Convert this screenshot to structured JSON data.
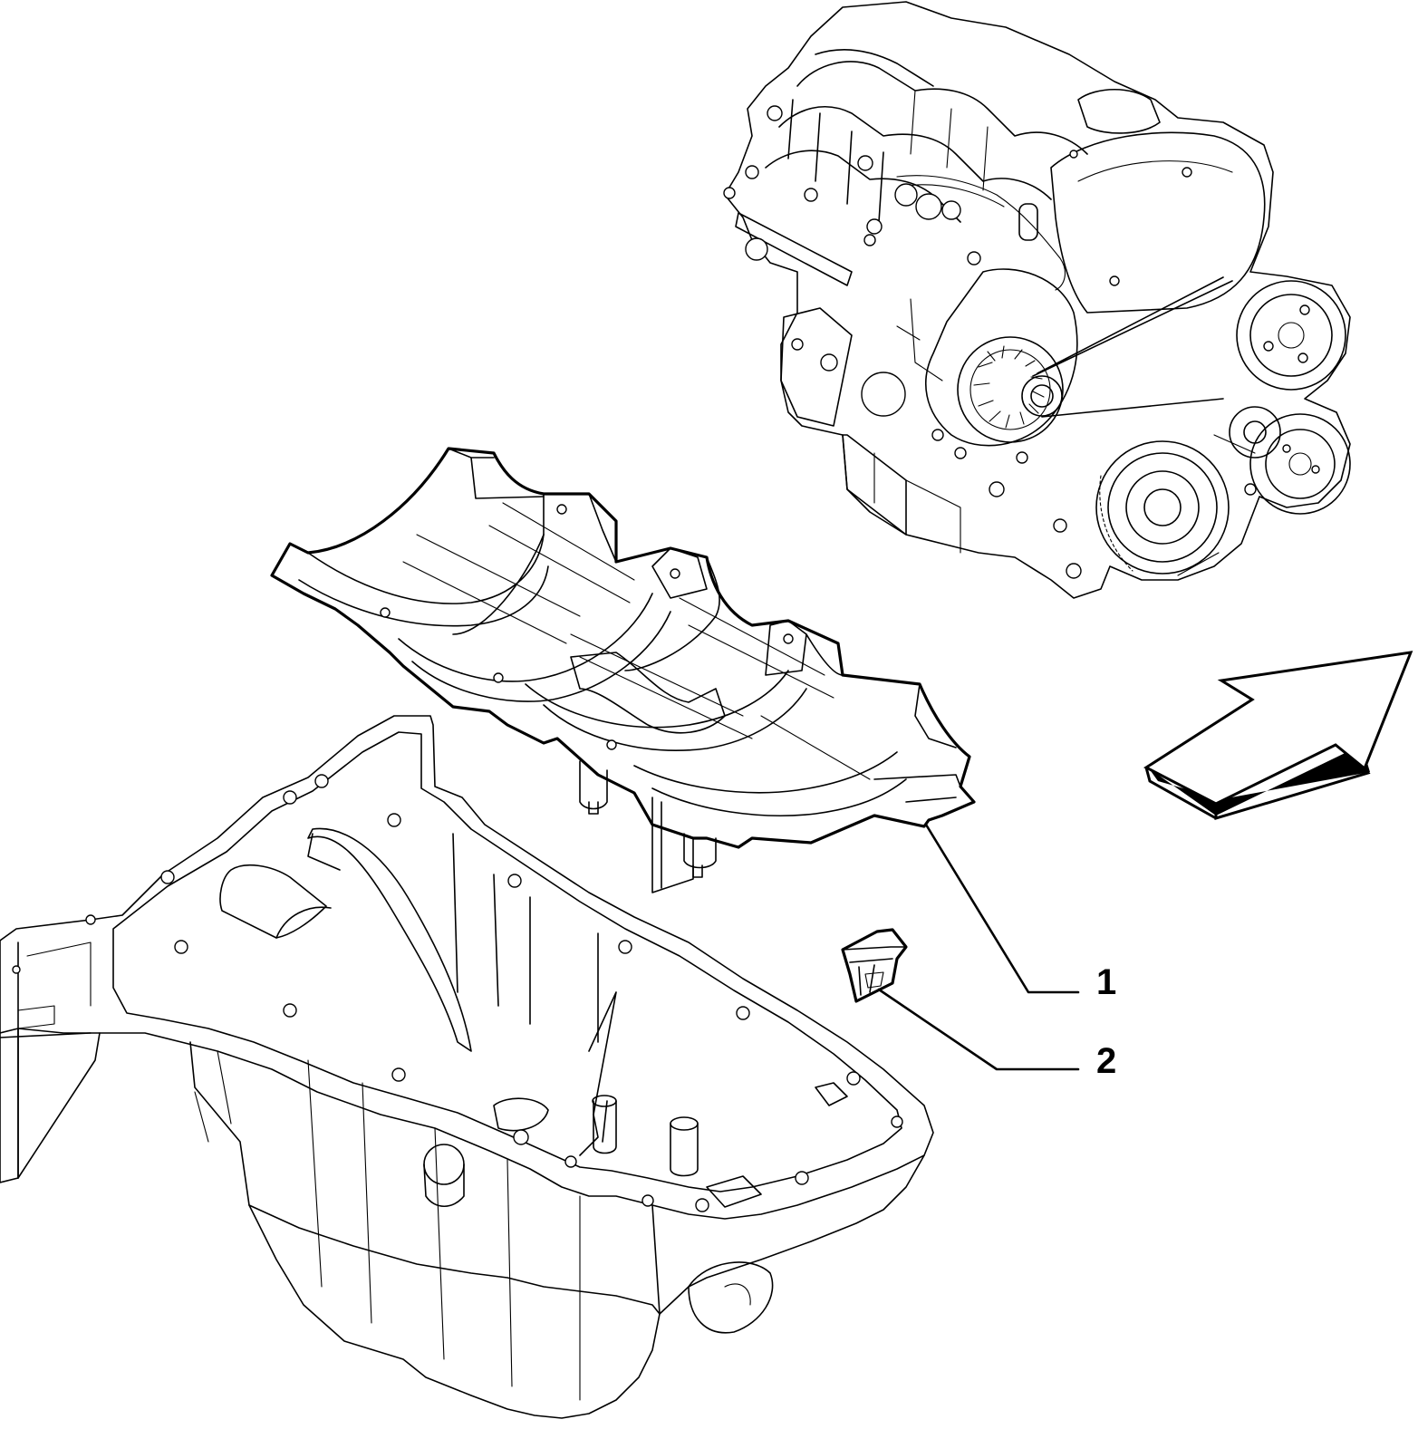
{
  "callouts": [
    {
      "number": "1",
      "part": "oil-sump-baffle-plate"
    },
    {
      "number": "2",
      "part": "baffle-insert"
    }
  ],
  "colors": {
    "line": "#000000",
    "background": "#ffffff"
  },
  "icons": {
    "direction_arrow": "arrow-up-right-icon"
  }
}
